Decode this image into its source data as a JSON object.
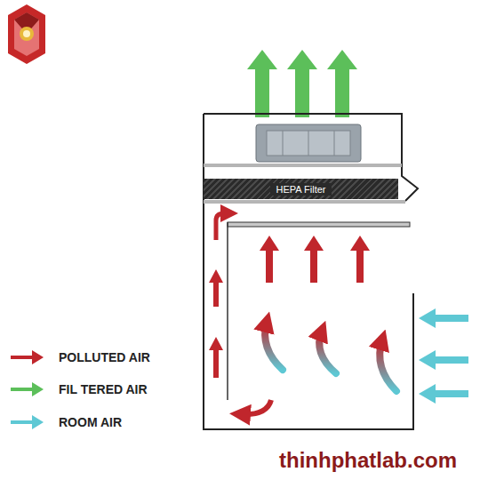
{
  "diagram": {
    "nodes": [
      {
        "text": [
          "HEPA Filter"
        ]
      }
    ],
    "labels": [
      "thinhphatlab.com"
    ],
    "legend": [
      {
        "text": "POLLUTED AIR",
        "color": "#c0262c"
      },
      {
        "text": "FIL TERED AIR",
        "color": "#5cbf5a"
      },
      {
        "text": "ROOM AIR",
        "color": "#5ec8d4"
      }
    ]
  }
}
